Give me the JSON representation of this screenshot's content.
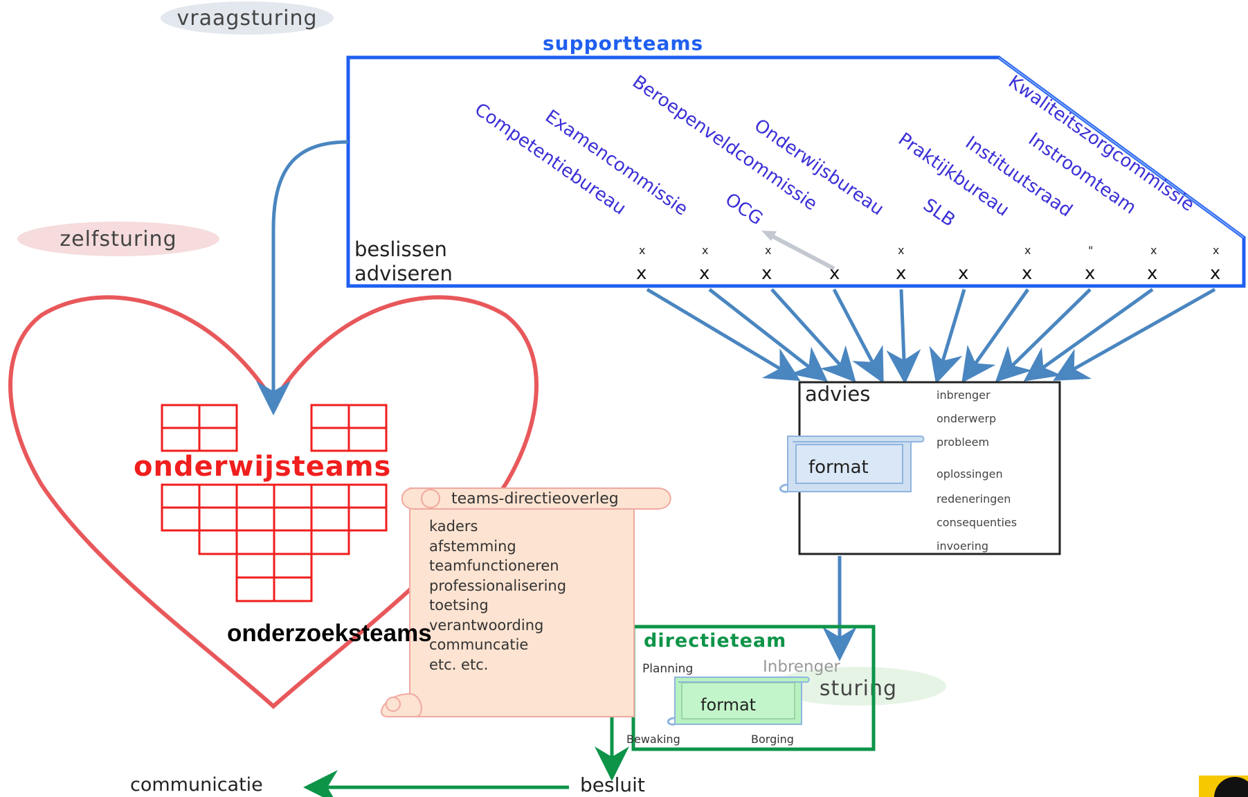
{
  "labels": {
    "vraagsturing": "vraagsturing",
    "zelfsturing": "zelfsturing",
    "sturing": "sturing"
  },
  "supportteams": {
    "title": "supportteams",
    "items": [
      "Competentiebureau",
      "Examencommissie",
      "Beroepenveldcommissie",
      "OCG",
      "Onderwijsbureau",
      "Praktijkbureau",
      "SLB",
      "Instituutsraad",
      "Instroomteam",
      "Kwaliteitszorgcommissie"
    ],
    "row_beslissen": "beslissen",
    "row_adviseren": "adviseren",
    "mark": "x",
    "dot_mark": "\""
  },
  "onderwijsteams": {
    "title": "onderwijsteams",
    "subtitle": "onderzoeksteams"
  },
  "overleg": {
    "title": "teams-directieoverleg",
    "items": [
      "kaders",
      "afstemming",
      "teamfunctioneren",
      "professionalisering",
      "toetsing",
      "verantwoording",
      "communcatie",
      "etc. etc."
    ]
  },
  "advies": {
    "title": "advies",
    "format_label": "format",
    "items": [
      "inbrenger",
      "onderwerp",
      "probleem",
      "oplossingen",
      "redeneringen",
      "consequenties",
      "invoering"
    ]
  },
  "directieteam": {
    "title": "directieteam",
    "planning": "Planning",
    "inbrenger": "Inbrenger",
    "format_label": "format",
    "bewaking": "Bewaking",
    "borging": "Borging"
  },
  "bottom": {
    "besluit": "besluit",
    "communicatie": "communicatie"
  },
  "colors": {
    "support_blue": "#1f5ff0",
    "item_purple": "#3b2fd6",
    "arrow_blue": "#4a86c0",
    "heart_red": "#e8585b",
    "team_red": "#f01e1e",
    "green": "#0d9448",
    "scroll_peach": "#fde3d1"
  }
}
